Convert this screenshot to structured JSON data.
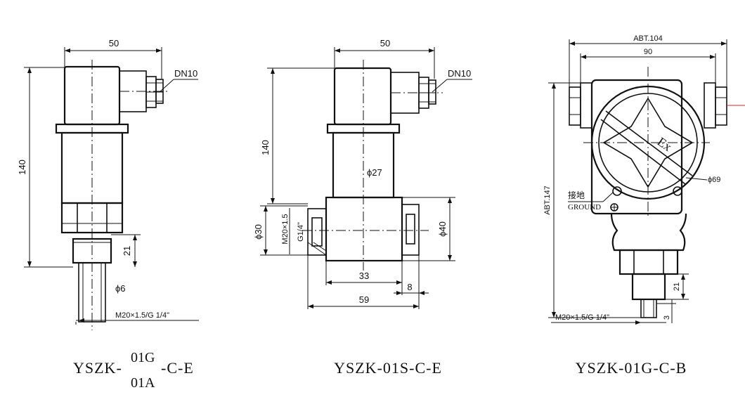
{
  "drawing1": {
    "dim_width": "50",
    "dim_connector": "DN10",
    "dim_height": "140",
    "dim_fitting": "21",
    "dim_diameter": "ϕ6",
    "dim_thread": "M20×1.5/G 1/4\"",
    "model_prefix": "YSZK-",
    "model_top": "01G",
    "model_bottom": "01A",
    "model_suffix": "-C-E"
  },
  "drawing2": {
    "dim_width": "50",
    "dim_connector": "DN10",
    "dim_height": "140",
    "dim_body": "ϕ27",
    "dim_left": "ϕ30",
    "dim_thread": "M20×1.5",
    "dim_port": "G1/4\"",
    "dim_right": "ϕ40",
    "dim_inner": "33",
    "dim_side": "8",
    "dim_total": "59",
    "model": "YSZK-01S-C-E"
  },
  "drawing3": {
    "dim_abt_width": "ABT.104",
    "dim_width": "90",
    "dim_abt_height": "ABT.147",
    "mark_ex": "Ex",
    "dim_window": "ϕ69",
    "ground_cn": "接地",
    "ground_en": "GROUND",
    "dim_fitting": "21",
    "dim_step": "3",
    "dim_thread": "M20×1.5/G 1/4\"",
    "model": "YSZK-01G-C-B"
  }
}
